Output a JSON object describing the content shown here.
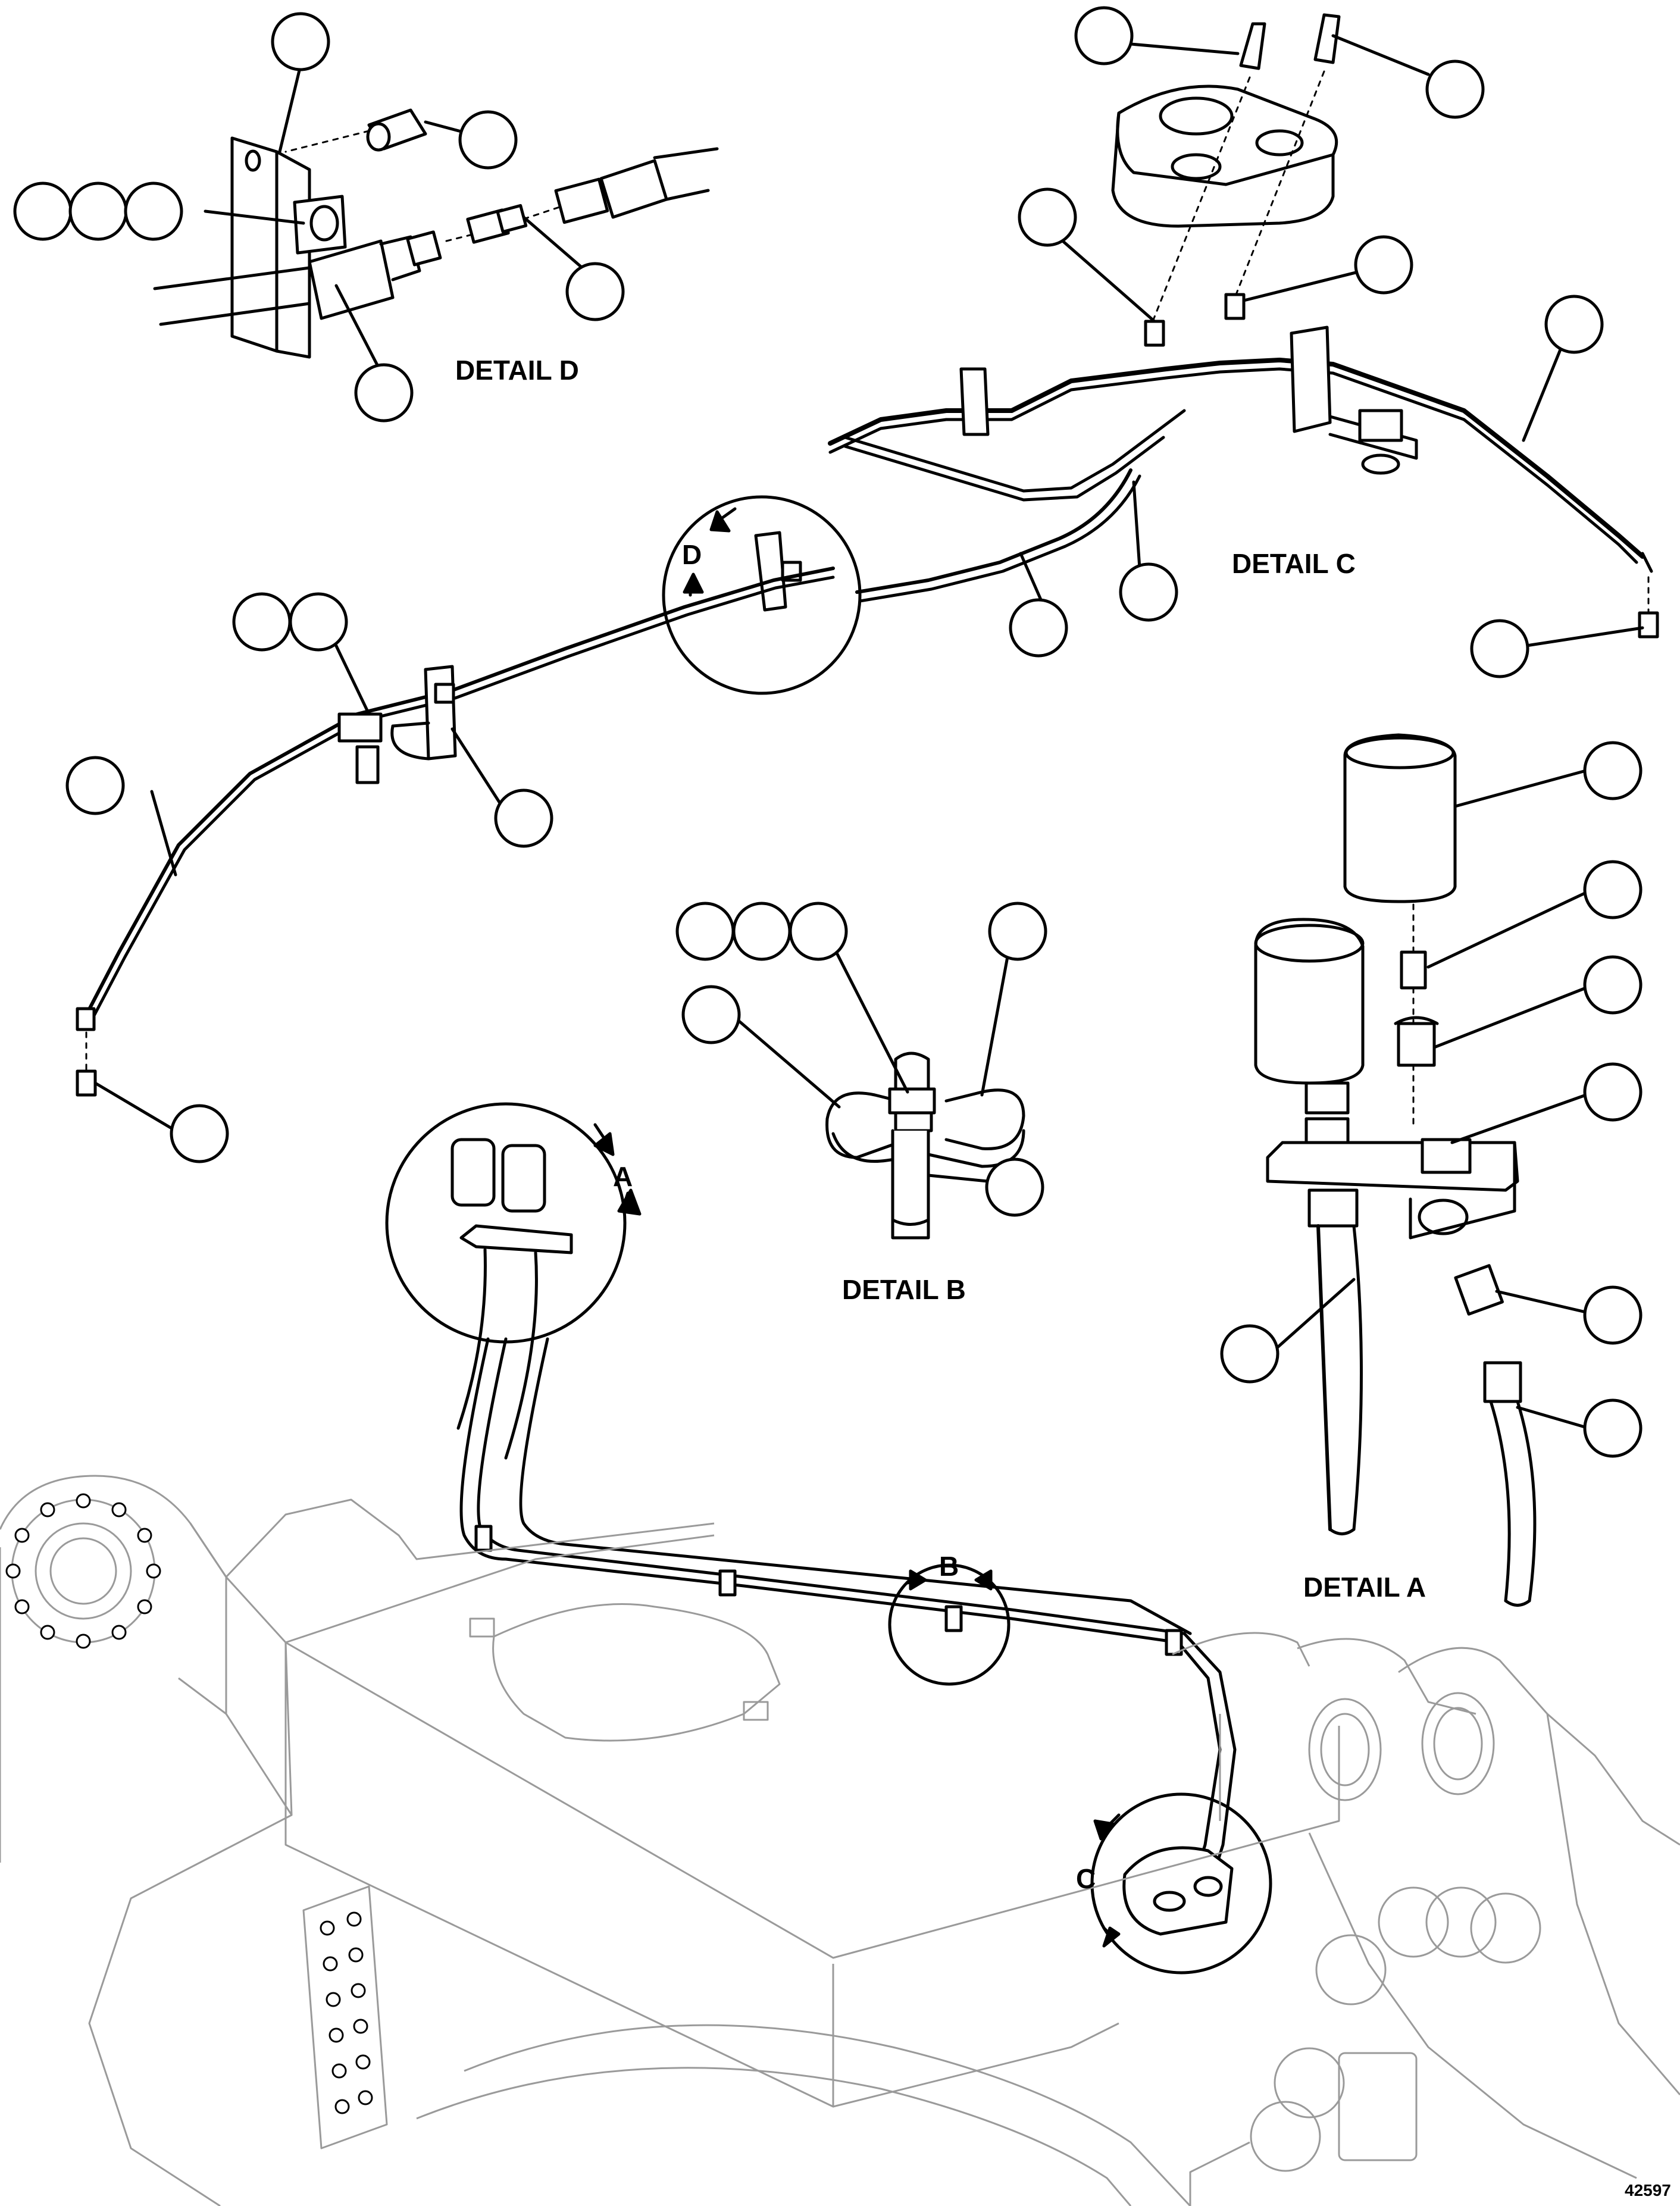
{
  "details": {
    "a": "DETAIL A",
    "b": "DETAIL B",
    "c": "DETAIL C",
    "d": "DETAIL D"
  },
  "view_letters": {
    "a": "A",
    "b": "B",
    "c": "C",
    "d": "D"
  },
  "figure_number": "42597",
  "colors": {
    "line": "#000000",
    "machine_line": "#9a9a9a",
    "fill": "#ffffff"
  }
}
